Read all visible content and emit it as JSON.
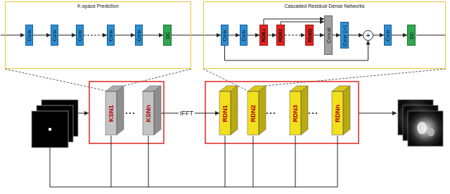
{
  "diagram": {
    "nodes": [
      {
        "text": [
          "K-space Prediction"
        ]
      },
      {
        "text": [
          "Conv"
        ],
        "in": 0
      },
      {
        "text": [
          "Conv"
        ],
        "in": 0
      },
      {
        "text": [
          "Conv"
        ],
        "in": 0
      },
      {
        "text": [
          "Conv"
        ],
        "in": 0
      },
      {
        "text": [
          "Conv"
        ],
        "in": 0
      },
      {
        "text": [
          "DC"
        ],
        "in": 0
      },
      {
        "text": [
          "Cascaded Residual Dense Networks"
        ]
      },
      {
        "text": [
          "Conv"
        ],
        "in": 7
      },
      {
        "text": [
          "Conv"
        ],
        "in": 7
      },
      {
        "text": [
          "RDB1"
        ],
        "in": 7
      },
      {
        "text": [
          "RDB2"
        ],
        "in": 7
      },
      {
        "text": [
          "RDBD"
        ],
        "in": 7
      },
      {
        "text": [
          "Concat"
        ],
        "in": 7
      },
      {
        "text": [
          "Conv 1×1"
        ],
        "in": 7
      },
      {
        "text": [
          "+"
        ],
        "in": 7
      },
      {
        "text": [
          "Conv"
        ],
        "in": 7
      },
      {
        "text": [
          "DC"
        ],
        "in": 7
      },
      {
        "text": [
          "KSN1"
        ]
      },
      {
        "text": [
          "KSNn"
        ]
      },
      {
        "text": [
          "RDN1"
        ]
      },
      {
        "text": [
          "RDN2"
        ]
      },
      {
        "text": [
          "RDN3"
        ]
      },
      {
        "text": [
          "RDNn"
        ]
      }
    ],
    "edges": [
      {
        "from": 1,
        "to": 2,
        "arrow": "to"
      },
      {
        "from": 2,
        "to": 3,
        "arrow": "to"
      },
      {
        "from": 3,
        "to": 4,
        "arrow": "to"
      },
      {
        "from": 4,
        "to": 5,
        "arrow": "to"
      },
      {
        "from": 5,
        "to": 6,
        "arrow": "to"
      },
      {
        "from": 6,
        "to": 8,
        "arrow": "to"
      },
      {
        "from": 8,
        "to": 9,
        "arrow": "to"
      },
      {
        "from": 9,
        "to": 10,
        "arrow": "to"
      },
      {
        "from": 10,
        "to": 11,
        "arrow": "to"
      },
      {
        "from": 11,
        "to": 12,
        "arrow": "to"
      },
      {
        "from": 12,
        "to": 13,
        "arrow": "to"
      },
      {
        "from": 13,
        "to": 14,
        "arrow": "to"
      },
      {
        "from": 14,
        "to": 15,
        "arrow": "to"
      },
      {
        "from": 15,
        "to": 16,
        "arrow": "to"
      },
      {
        "from": 16,
        "to": 17,
        "arrow": "to"
      },
      {
        "from": 8,
        "to": 15,
        "arrow": "to"
      },
      {
        "from": 10,
        "to": 13,
        "arrow": "to"
      },
      {
        "from": 11,
        "to": 13,
        "arrow": "to"
      },
      {
        "from": 19,
        "to": 20,
        "label": "IFFT",
        "arrow": "to"
      }
    ],
    "labels": [
      "• • •",
      "• • •",
      "• • •"
    ]
  }
}
